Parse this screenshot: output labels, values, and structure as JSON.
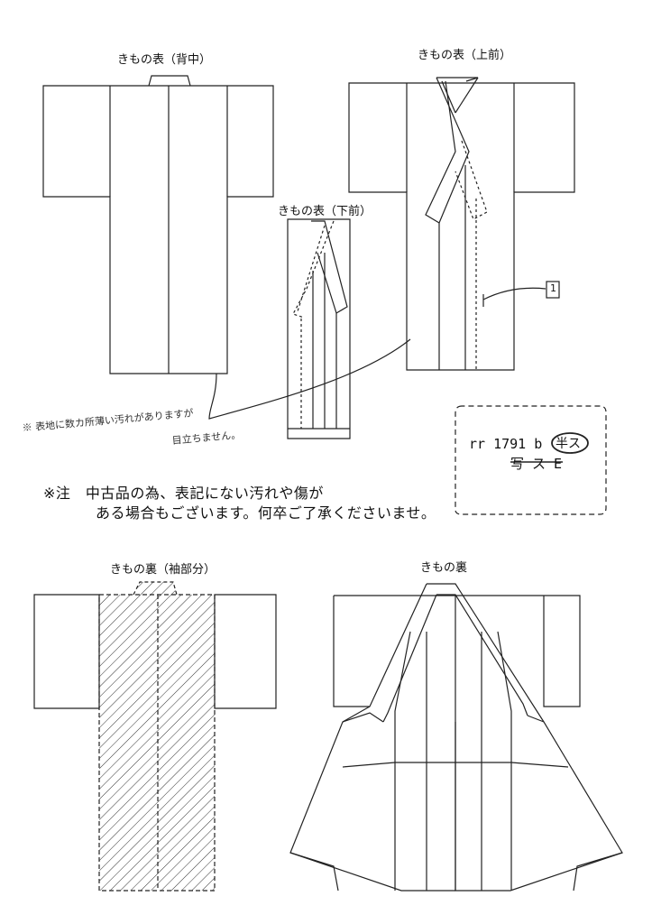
{
  "labels": {
    "back_outer": "きもの表（背中）",
    "front_upper": "きもの表（上前）",
    "front_lower": "きもの表（下前）",
    "lining_sleeve": "きもの裏（袖部分）",
    "lining": "きもの裏"
  },
  "callout": {
    "marker": "1"
  },
  "handwritten": {
    "stain_line1": "※ 表地に数カ所薄い汚れがありますが",
    "stain_line2": "目立ちません。"
  },
  "notice": {
    "line1": "※注　中古品の為、表記にない汚れや傷が",
    "line2": "ある場合もございます。何卒ご了承くださいませ。"
  },
  "stamp": {
    "code": "rr 1791 b",
    "circle": "半ス",
    "sub": "写 ス E"
  }
}
